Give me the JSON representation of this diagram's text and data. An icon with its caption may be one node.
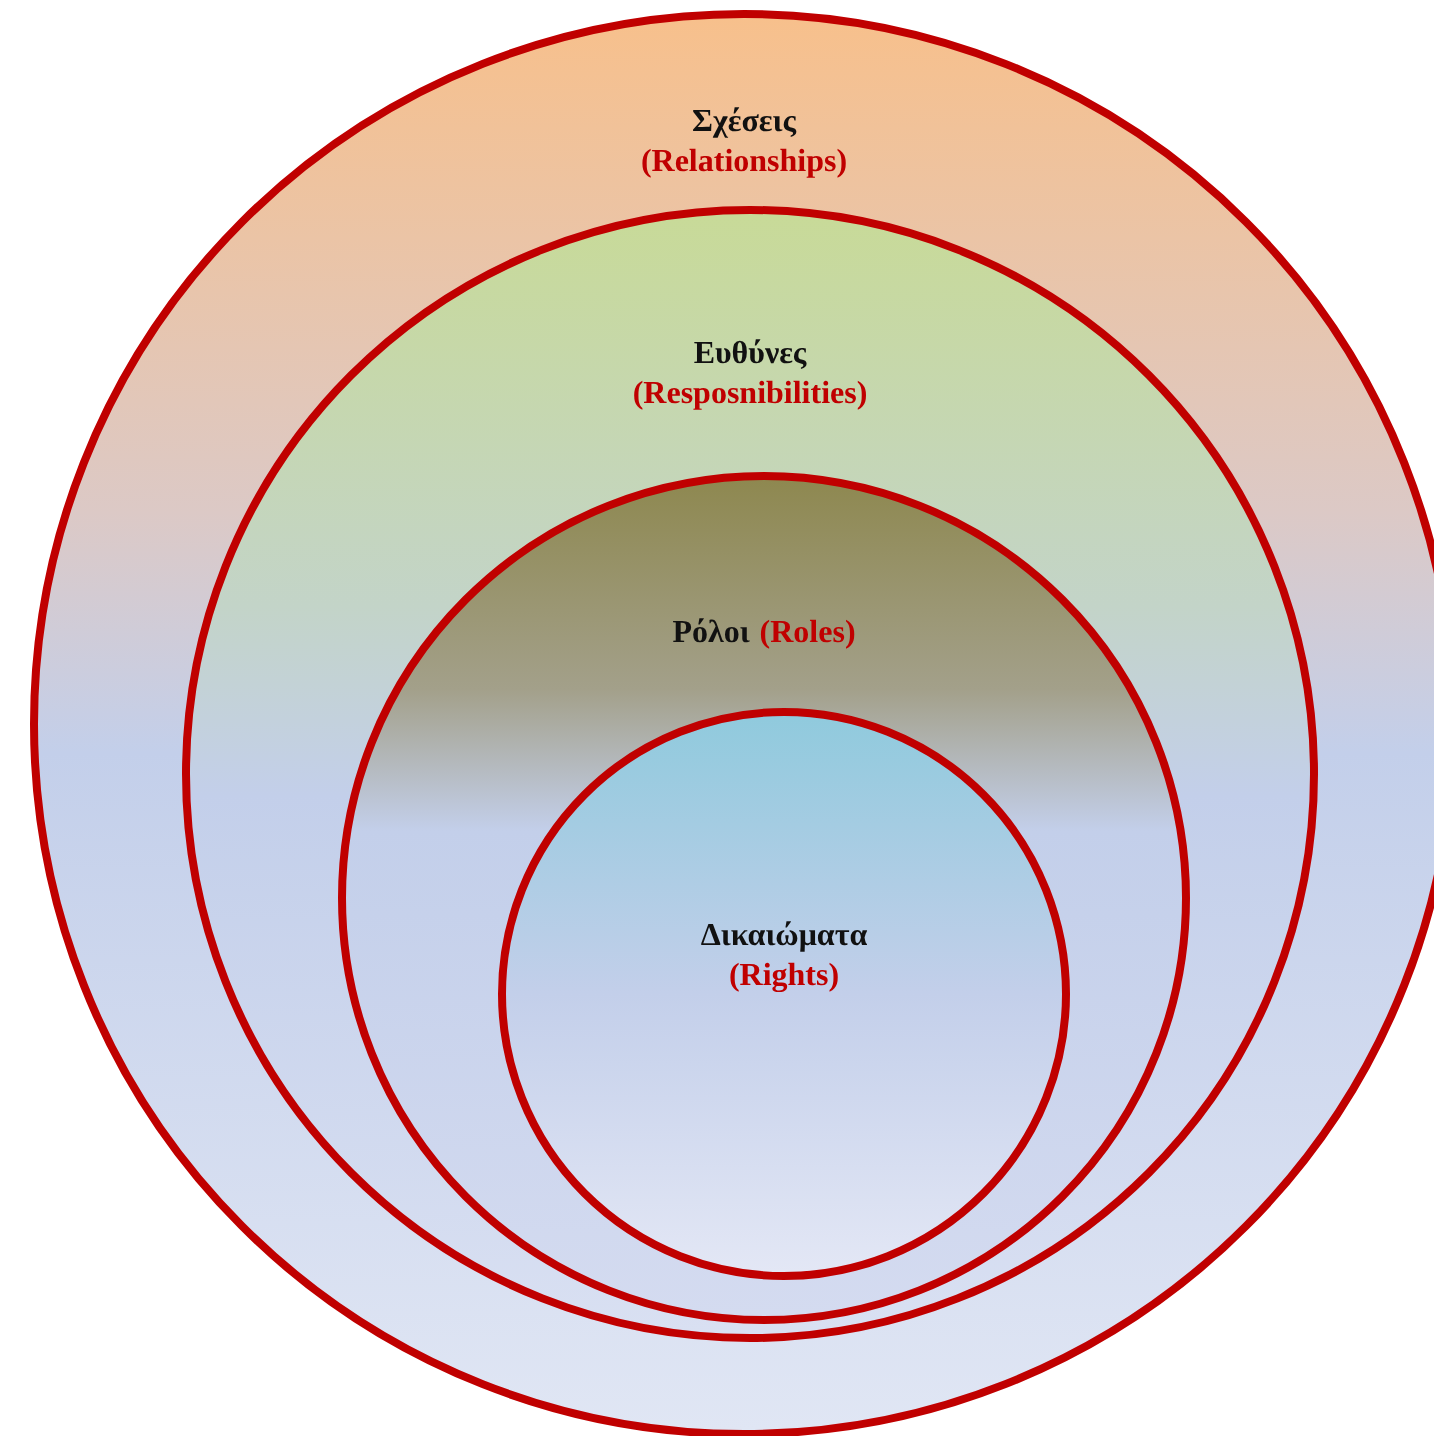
{
  "diagram": {
    "nodes": [
      {
        "text": [
          "Σχέσεις",
          "(Relationships)"
        ]
      },
      {
        "text": [
          "Ευθύνες",
          "(Resposnibilities)"
        ],
        "in": 0
      },
      {
        "text": [
          "Ρόλοι",
          "(Roles)"
        ],
        "in": 1
      },
      {
        "text": [
          "Δικαιώματα",
          "(Rights)"
        ],
        "in": 2
      }
    ]
  }
}
